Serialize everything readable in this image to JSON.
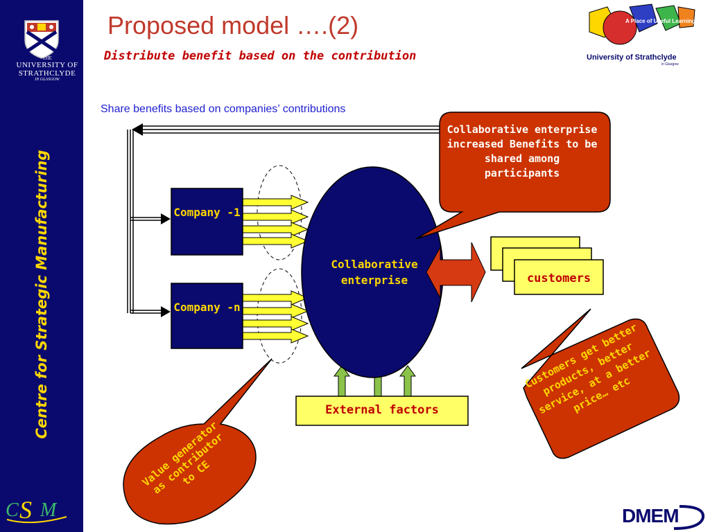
{
  "slide": {
    "title": "Proposed model ….(2)",
    "subtitle": "Distribute benefit based on the contribution",
    "share_text": "Share benefits based on companies’ contributions"
  },
  "sidebar": {
    "university_line1": "THE",
    "university_line2": "UNIVERSITY OF STRATHCLYDE",
    "university_line3": "IN GLASGOW",
    "vertical_title": "Centre for Strategic Manufacturing",
    "csm_logo_text": "CSM"
  },
  "diagram": {
    "company1": "Company -1",
    "companyn": "Company -n",
    "collaborative_enterprise": "Collaborative enterprise",
    "customers": "customers",
    "external_factors": "External factors",
    "ce_callout": "Collaborative enterprise increased Benefits to be shared among participants",
    "customers_callout": "Customers get better products, better service, at a better price… etc",
    "value_callout": "Value generator as contributor to CE"
  },
  "logos": {
    "strathclyde_name": "University of Strathclyde",
    "strathclyde_tagline": "A Place of Useful Learning",
    "strathclyde_city": "in Glasgow",
    "dmem": "DMEM"
  },
  "colors": {
    "sidebar_bg": "#0a0a6e",
    "accent_yellow": "#ffd700",
    "accent_red": "#c0392b",
    "callout_red": "#cc3300",
    "box_navy": "#0a0a6e",
    "arrow_green": "#8bc34a"
  }
}
